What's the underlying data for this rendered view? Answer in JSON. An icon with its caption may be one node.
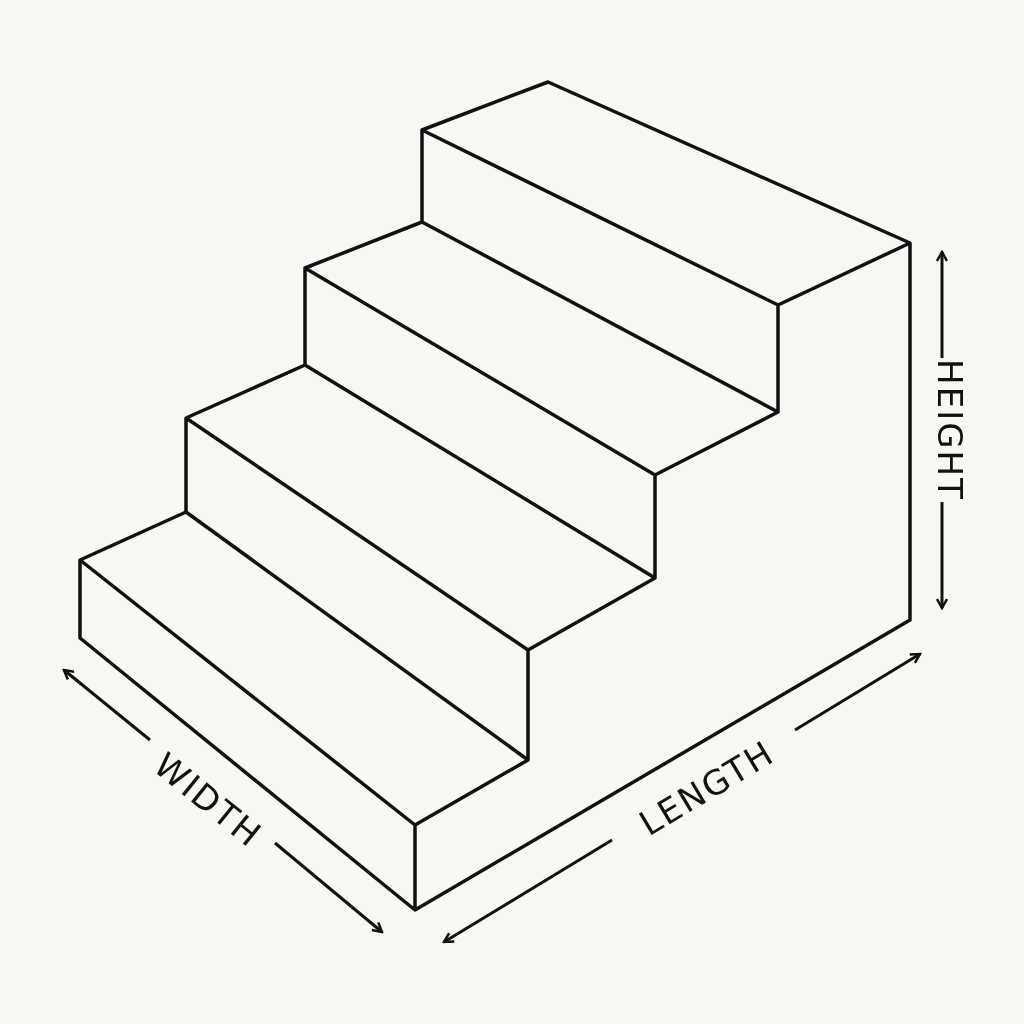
{
  "diagram": {
    "labels": [
      "HEIGHT",
      "WIDTH",
      "LENGTH"
    ]
  }
}
